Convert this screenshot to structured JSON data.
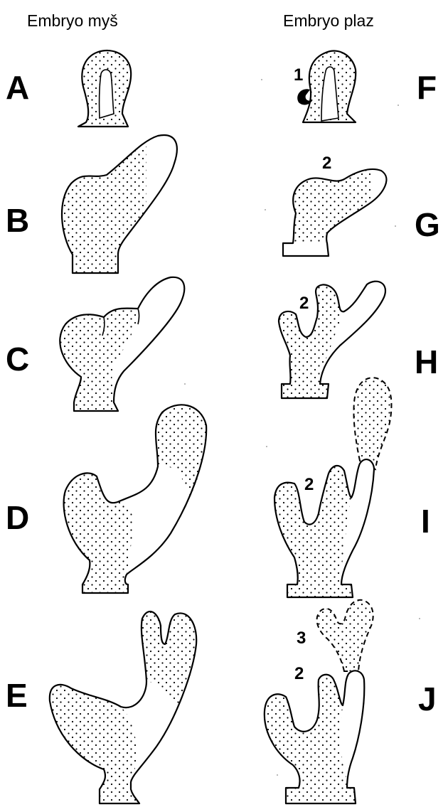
{
  "headers": {
    "left": "Embryo myš",
    "right": "Embryo plaz"
  },
  "letters": [
    "A",
    "B",
    "C",
    "D",
    "E",
    "F",
    "G",
    "H",
    "I",
    "J"
  ],
  "numbers": [
    "1",
    "2",
    "2",
    "2",
    "3",
    "2"
  ]
}
